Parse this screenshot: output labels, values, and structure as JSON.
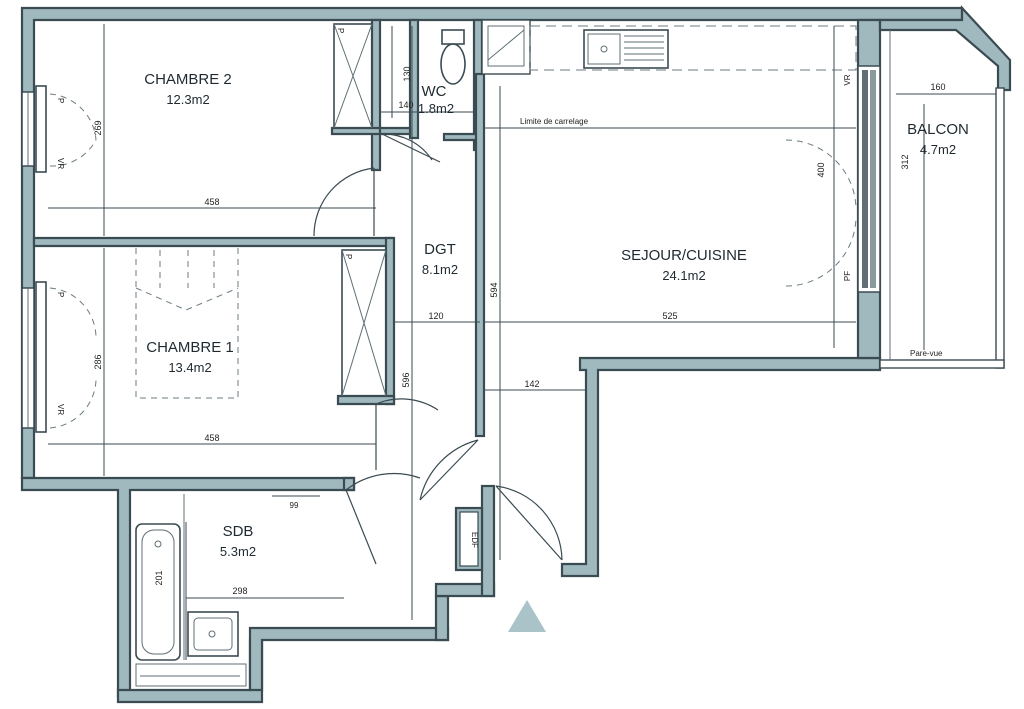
{
  "rooms": [
    {
      "id": "chambre2",
      "name": "CHAMBRE 2",
      "area": "12.3m2"
    },
    {
      "id": "wc",
      "name": "WC",
      "area": "1.8m2"
    },
    {
      "id": "balcon",
      "name": "BALCON",
      "area": "4.7m2"
    },
    {
      "id": "dgt",
      "name": "DGT",
      "area": "8.1m2"
    },
    {
      "id": "sejour",
      "name": "SEJOUR/CUISINE",
      "area": "24.1m2"
    },
    {
      "id": "chambre1",
      "name": "CHAMBRE 1",
      "area": "13.4m2"
    },
    {
      "id": "sdb",
      "name": "SDB",
      "area": "5.3m2"
    }
  ],
  "dimensions": {
    "ch2_width": "458",
    "ch2_height": "269",
    "wc_h": "130",
    "wc_w": "140",
    "balcon_w": "160",
    "balcon_h": "312",
    "sejour_h": "400",
    "dgt_long": "594",
    "dgt_w": "120",
    "sejour_w": "525",
    "ch1_height": "286",
    "ch1_width": "458",
    "dgt_total": "596",
    "passage": "142",
    "sdb_w": "298",
    "bath_len": "201",
    "small": "99"
  },
  "labels": {
    "limite": "Limite de carrelage",
    "pare_vue": "Pare-vue",
    "edf": "EDF",
    "vr": "VR",
    "pf": "PF",
    "p": "P"
  },
  "colors": {
    "wall": "#9fb9bf",
    "line": "#3b4b52"
  }
}
